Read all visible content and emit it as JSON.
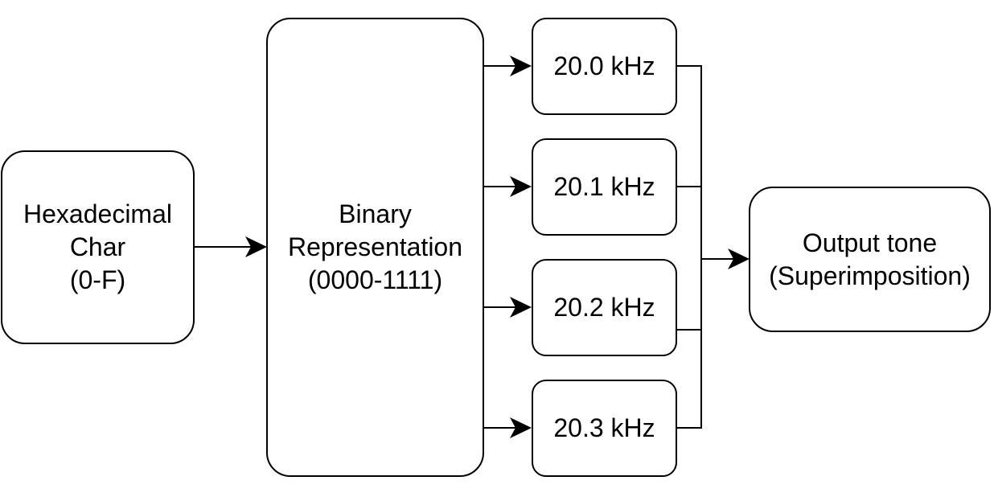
{
  "diagram": {
    "hex_node": {
      "lines": [
        "Hexadecimal",
        "Char",
        "(0-F)"
      ]
    },
    "binary_node": {
      "lines": [
        "Binary",
        "Representation",
        "(0000-1111)"
      ]
    },
    "frequency_nodes": [
      {
        "label": "20.0 kHz"
      },
      {
        "label": "20.1 kHz"
      },
      {
        "label": "20.2 kHz"
      },
      {
        "label": "20.3 kHz"
      }
    ],
    "output_node": {
      "lines": [
        "Output tone",
        "(Superimposition)"
      ]
    },
    "colors": {
      "stroke": "#000000",
      "fill": "#ffffff",
      "text": "#000000"
    }
  }
}
